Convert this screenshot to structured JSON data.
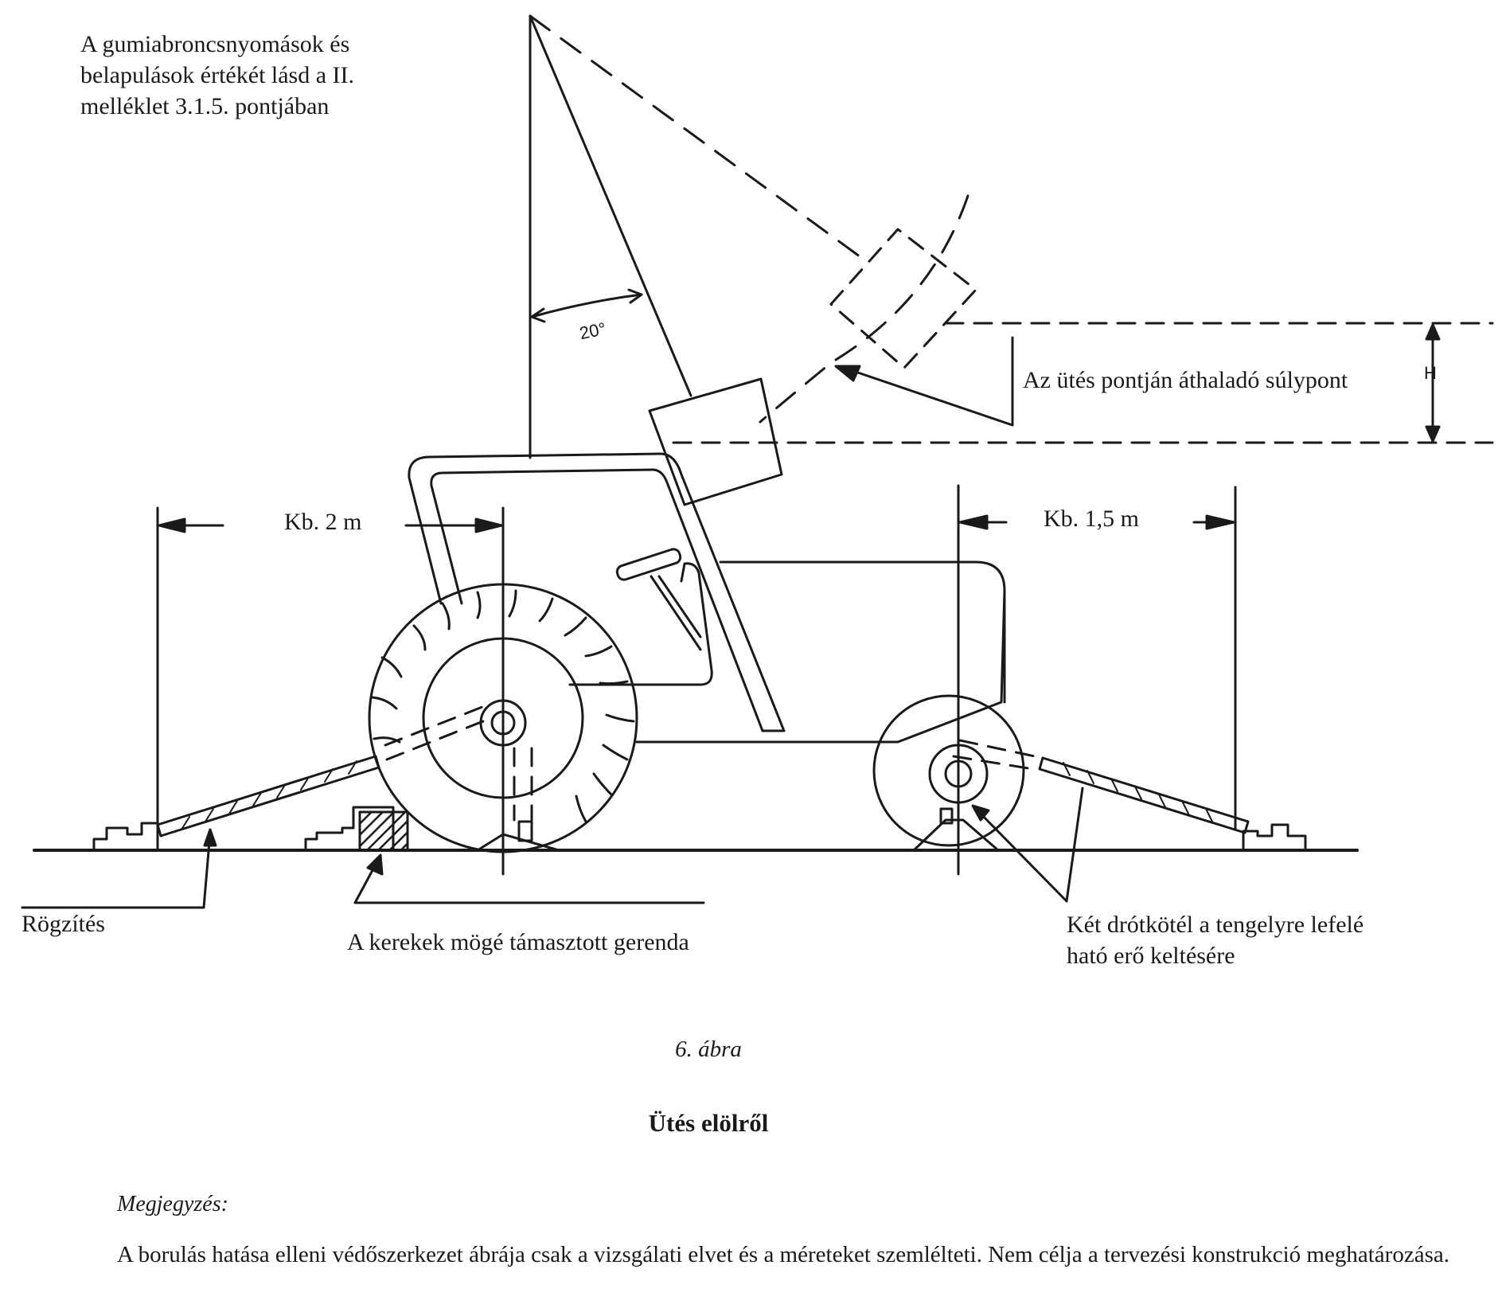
{
  "diagram": {
    "note_top": [
      "A gumiabroncsnyomások és",
      "belapulások értékét lásd a II.",
      "melléklet 3.1.5. pontjában"
    ],
    "angle_label": "20°",
    "cg_label": "Az ütés pontján áthaladó súlypont",
    "height_label": "H",
    "dim_left": "Kb. 2 m",
    "dim_right": "Kb. 1,5 m",
    "anchor_label": "Rögzítés",
    "beam_label": "A kerekek mögé támasztott gerenda",
    "ropes_label": [
      "Két drótkötél a tengelyre lefelé",
      "ható erő keltésére"
    ]
  },
  "caption": {
    "figure_number": "6. ábra",
    "title": "Ütés elölről"
  },
  "note": {
    "heading": "Megjegyzés:",
    "body": "A borulás hatása elleni védőszerkezet ábrája csak a vizsgálati elvet és a méreteket szemlélteti. Nem célja a tervezési konstrukció meghatározása."
  }
}
